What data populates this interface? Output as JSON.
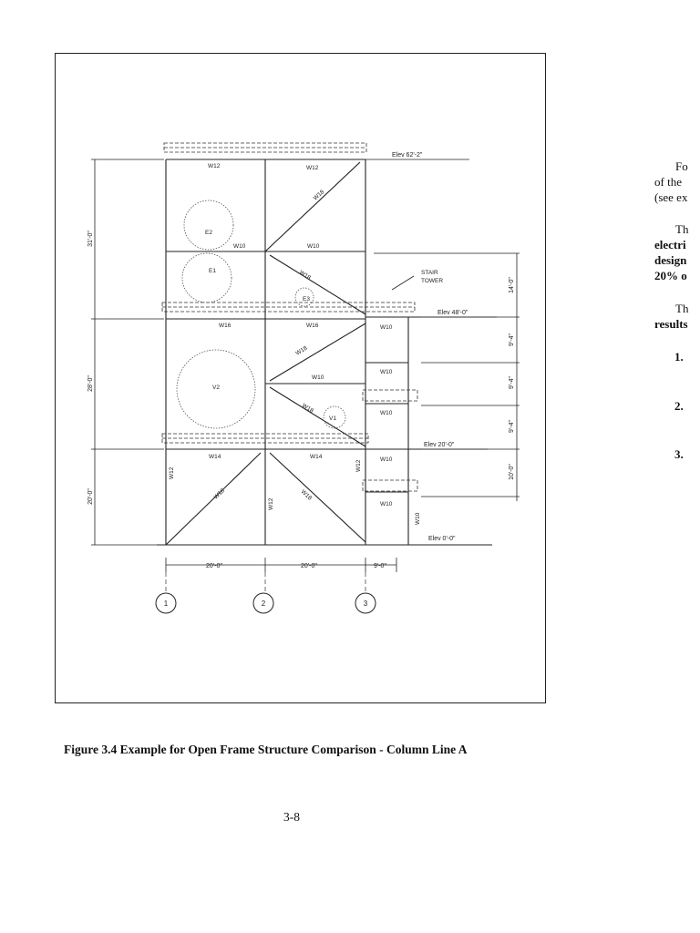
{
  "figure": {
    "elevations": [
      "Elev 62'-2\"",
      "Elev 48'-0\"",
      "Elev 20'-0\"",
      "Elev 0'-0\""
    ],
    "left_dims": [
      "31'-0\"",
      "28'-0\"",
      "20'-0\""
    ],
    "right_dims": [
      "14'-0\"",
      "9'-4\"",
      "9'-4\"",
      "10'-0\"",
      "9'-4\""
    ],
    "bottom_dims": [
      "20'-0\"",
      "20'-0\"",
      "9'-0\""
    ],
    "column_lines": [
      "1",
      "2",
      "3"
    ],
    "members": {
      "top_left": "W12",
      "top_mid": "W12",
      "upper_left_beam": "W10",
      "upper_mid_beam": "W10",
      "level48_left": "W16",
      "level48_mid": "W16",
      "stair_1": "W10",
      "stair_2": "W10",
      "stair_3": "W10",
      "stair_4": "W10",
      "stair_5": "W10",
      "mid_beam": "W10",
      "level20_left": "W14",
      "level20_mid": "W14",
      "col_left": "W12",
      "col_mid": "W12",
      "col_right": "W12",
      "col_stair": "W10",
      "brace_1": "W18",
      "brace_2": "W18",
      "brace_3": "W18",
      "brace_4": "W18",
      "brace_5": "W18",
      "brace_6": "W18"
    },
    "equipment": [
      "E2",
      "E1",
      "E3",
      "V2",
      "V1"
    ],
    "stair_label": [
      "STAIR",
      "TOWER"
    ]
  },
  "caption": "Figure 3.4  Example for Open Frame Structure Comparison - Column Line A",
  "page_number": "3-8",
  "right_fragments": {
    "p1": [
      "Fo",
      "of the",
      "(see ex"
    ],
    "p2": [
      "Th",
      "electri",
      "design",
      "20% o"
    ],
    "p3": [
      "Th",
      "results"
    ],
    "list": [
      "1.",
      "2.",
      "3."
    ]
  }
}
